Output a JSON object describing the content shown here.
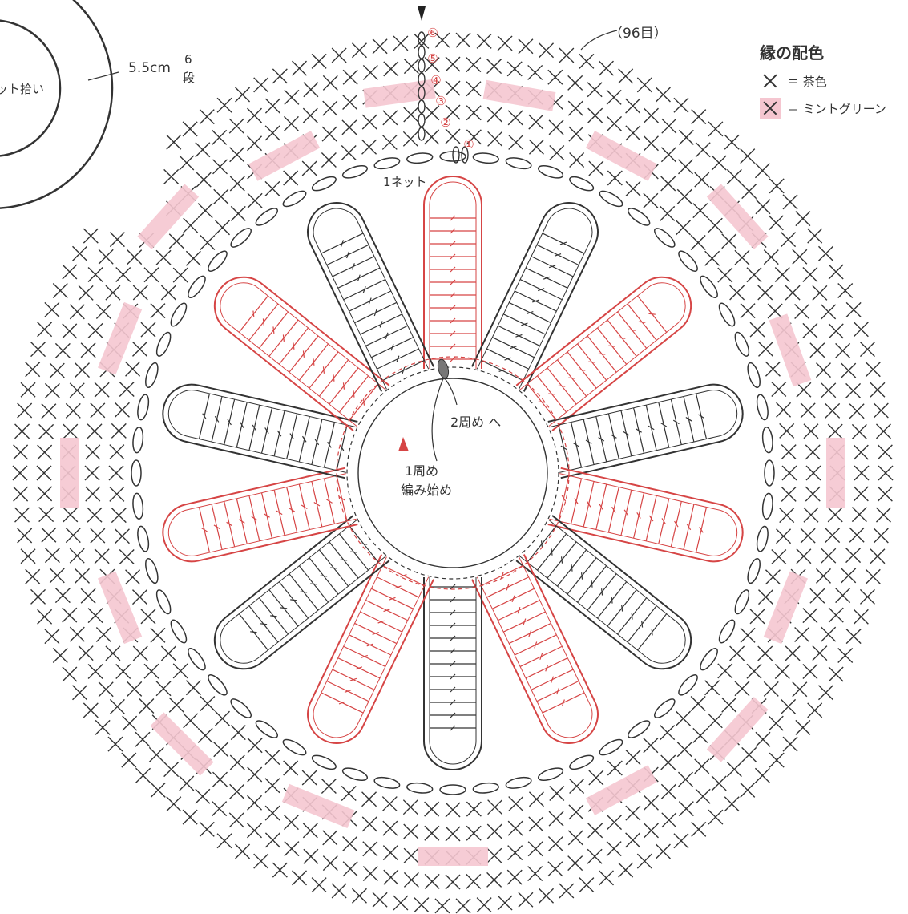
{
  "labels": {
    "count": "（96目）",
    "size": "5.5cm",
    "rows_num": "6",
    "rows_unit": "段",
    "net_pickup": "ネット拾い",
    "one_net": "1ネット",
    "to_round2": "2周め へ",
    "round1_line1": "1周め",
    "round1_line2": "編み始め"
  },
  "row_markers": [
    "①",
    "②",
    "③",
    "④",
    "⑤",
    "⑥"
  ],
  "legend": {
    "title": "縁の配色",
    "items": [
      {
        "symbol": "single-crochet-x",
        "text": "＝ 茶色",
        "color": "#333333",
        "highlight": "none"
      },
      {
        "symbol": "single-crochet-x",
        "text": "＝ ミントグリーン",
        "color": "#333333",
        "highlight": "#f5c6d0"
      }
    ]
  },
  "colors": {
    "ink": "#333333",
    "red": "#d64545",
    "pink": "#f5c6d0"
  }
}
